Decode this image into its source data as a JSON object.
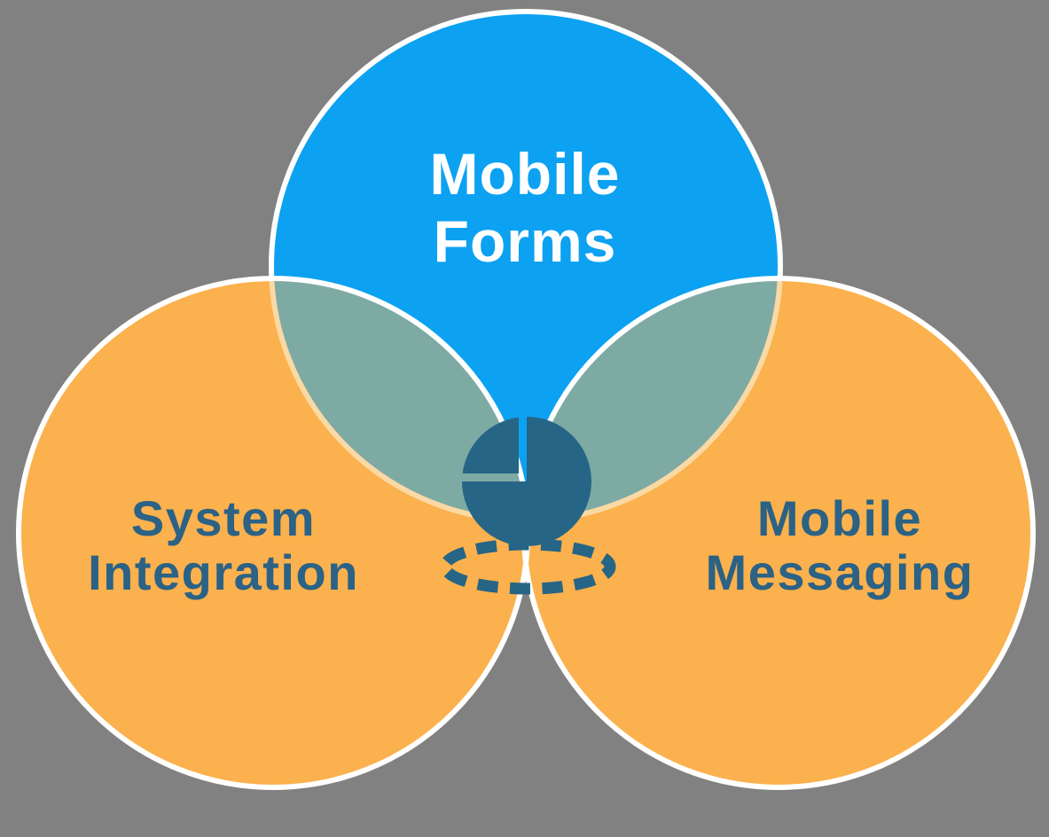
{
  "background_color": "#818181",
  "venn": {
    "top_circle": {
      "label_line1": "Mobile",
      "label_line2": "Forms",
      "fill": "#0CA1F1",
      "text_color": "#FFFFFF"
    },
    "left_circle": {
      "label_line1": "System",
      "label_line2": "Integration",
      "fill": "#FBB14D",
      "text_color": "#2B6285"
    },
    "right_circle": {
      "label_line1": "Mobile",
      "label_line2": "Messaging",
      "fill": "#FBB14D",
      "text_color": "#2B6285"
    },
    "overlap_fill": "#7EAAA4",
    "circle_outline_color": "#FFFFFF",
    "outline_over_orange_color": "#FBD9A4"
  },
  "center_icon": {
    "pie_icon_color": "#266585",
    "dashed_ring_color": "#266585"
  }
}
